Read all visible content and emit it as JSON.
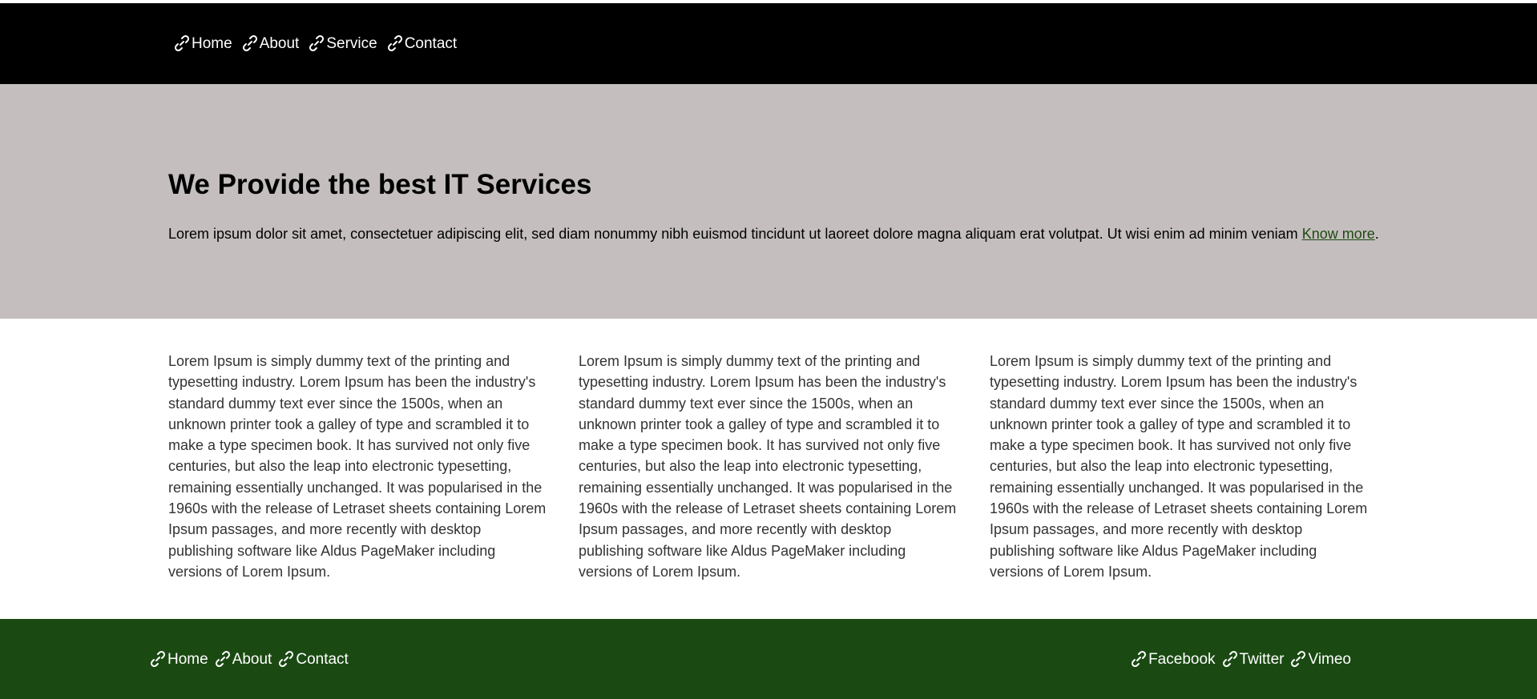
{
  "header": {
    "nav": [
      {
        "label": "Home"
      },
      {
        "label": "About"
      },
      {
        "label": "Service"
      },
      {
        "label": "Contact"
      }
    ]
  },
  "hero": {
    "title": "We Provide the best IT Services",
    "text": "Lorem ipsum dolor sit amet, consectetuer adipiscing elit, sed diam nonummy nibh euismod tincidunt ut laoreet dolore magna aliquam erat volutpat. Ut wisi enim ad minim veniam ",
    "link_label": "Know more",
    "trailing": "."
  },
  "columns": [
    {
      "text": "Lorem Ipsum is simply dummy text of the printing and typesetting industry. Lorem Ipsum has been the industry's standard dummy text ever since the 1500s, when an unknown printer took a galley of type and scrambled it to make a type specimen book. It has survived not only five centuries, but also the leap into electronic typesetting, remaining essentially unchanged. It was popularised in the 1960s with the release of Letraset sheets containing Lorem Ipsum passages, and more recently with desktop publishing software like Aldus PageMaker including versions of Lorem Ipsum."
    },
    {
      "text": "Lorem Ipsum is simply dummy text of the printing and typesetting industry. Lorem Ipsum has been the industry's standard dummy text ever since the 1500s, when an unknown printer took a galley of type and scrambled it to make a type specimen book. It has survived not only five centuries, but also the leap into electronic typesetting, remaining essentially unchanged. It was popularised in the 1960s with the release of Letraset sheets containing Lorem Ipsum passages, and more recently with desktop publishing software like Aldus PageMaker including versions of Lorem Ipsum."
    },
    {
      "text": "Lorem Ipsum is simply dummy text of the printing and typesetting industry. Lorem Ipsum has been the industry's standard dummy text ever since the 1500s, when an unknown printer took a galley of type and scrambled it to make a type specimen book. It has survived not only five centuries, but also the leap into electronic typesetting, remaining essentially unchanged. It was popularised in the 1960s with the release of Letraset sheets containing Lorem Ipsum passages, and more recently with desktop publishing software like Aldus PageMaker including versions of Lorem Ipsum."
    }
  ],
  "footer": {
    "left_nav": [
      {
        "label": "Home"
      },
      {
        "label": "About"
      },
      {
        "label": "Contact"
      }
    ],
    "right_nav": [
      {
        "label": "Facebook"
      },
      {
        "label": "Twitter"
      },
      {
        "label": "Vimeo"
      }
    ]
  },
  "colors": {
    "header_bg": "#000000",
    "hero_bg": "#c4bebe",
    "footer_bg": "#1a4a12",
    "link": "#1f4a12"
  },
  "icons": {
    "nav_icon": "link-icon"
  }
}
